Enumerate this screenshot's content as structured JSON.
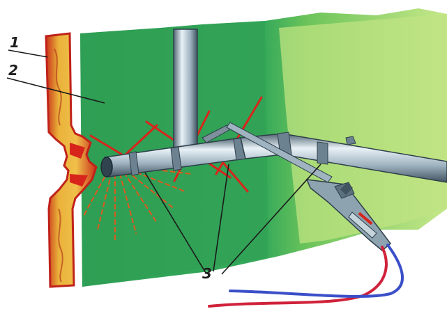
{
  "callouts": {
    "one": "1",
    "two": "2",
    "three": "3"
  },
  "colors": {
    "panel_green": "#2e9f55",
    "panel_light": "#b8e07a",
    "wood": "#e0a21a",
    "wood_edge": "#c0221a",
    "pipe": "#9fb3c0",
    "pipe_shade": "#4f6472",
    "weld_red": "#d8251b",
    "spark": "#e05a1e",
    "hose_red": "#d0223a",
    "hose_blue": "#3a4fc8",
    "leader": "#1a1a1a"
  },
  "icons": [
    "welding-torch-icon",
    "spark-burst-icon",
    "gas-hose-icon"
  ]
}
